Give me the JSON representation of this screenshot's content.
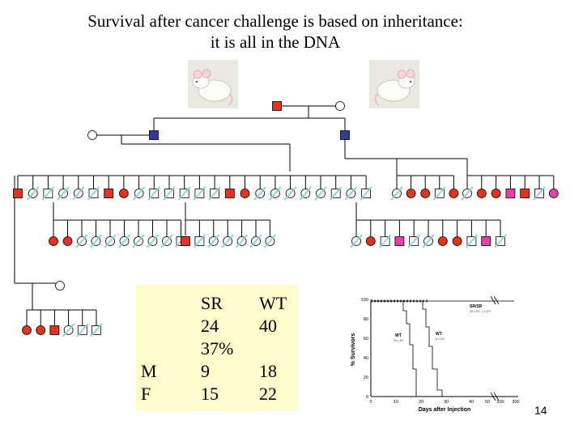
{
  "title": {
    "line1": "Survival after cancer challenge is based on inheritance:",
    "line2": "it is all in the DNA"
  },
  "colors": {
    "affected": "#e8321e",
    "intermediate": "#ee3da6",
    "unaffected_fill": "#ffffff",
    "founder": "#33399a",
    "strike": "#8fd0d8",
    "panel_bg": "#fffbcc"
  },
  "stats_table": {
    "rows": [
      [
        "",
        "SR",
        "WT"
      ],
      [
        "",
        "24",
        "40"
      ],
      [
        "",
        "37%",
        ""
      ],
      [
        "M",
        "9",
        "18"
      ],
      [
        "F",
        "15",
        "22"
      ]
    ]
  },
  "survival_chart": {
    "ylabel": "% Survivors",
    "xlabel": "Days after Injection",
    "y_ticks": [
      "0",
      "20",
      "40",
      "60",
      "80",
      "100"
    ],
    "x_ticks": [
      "0",
      "10",
      "20",
      "30",
      "40",
      "50",
      "100",
      "300"
    ],
    "annotations": [
      "SR/SR",
      "WT",
      "WT"
    ]
  },
  "page_number": "14"
}
